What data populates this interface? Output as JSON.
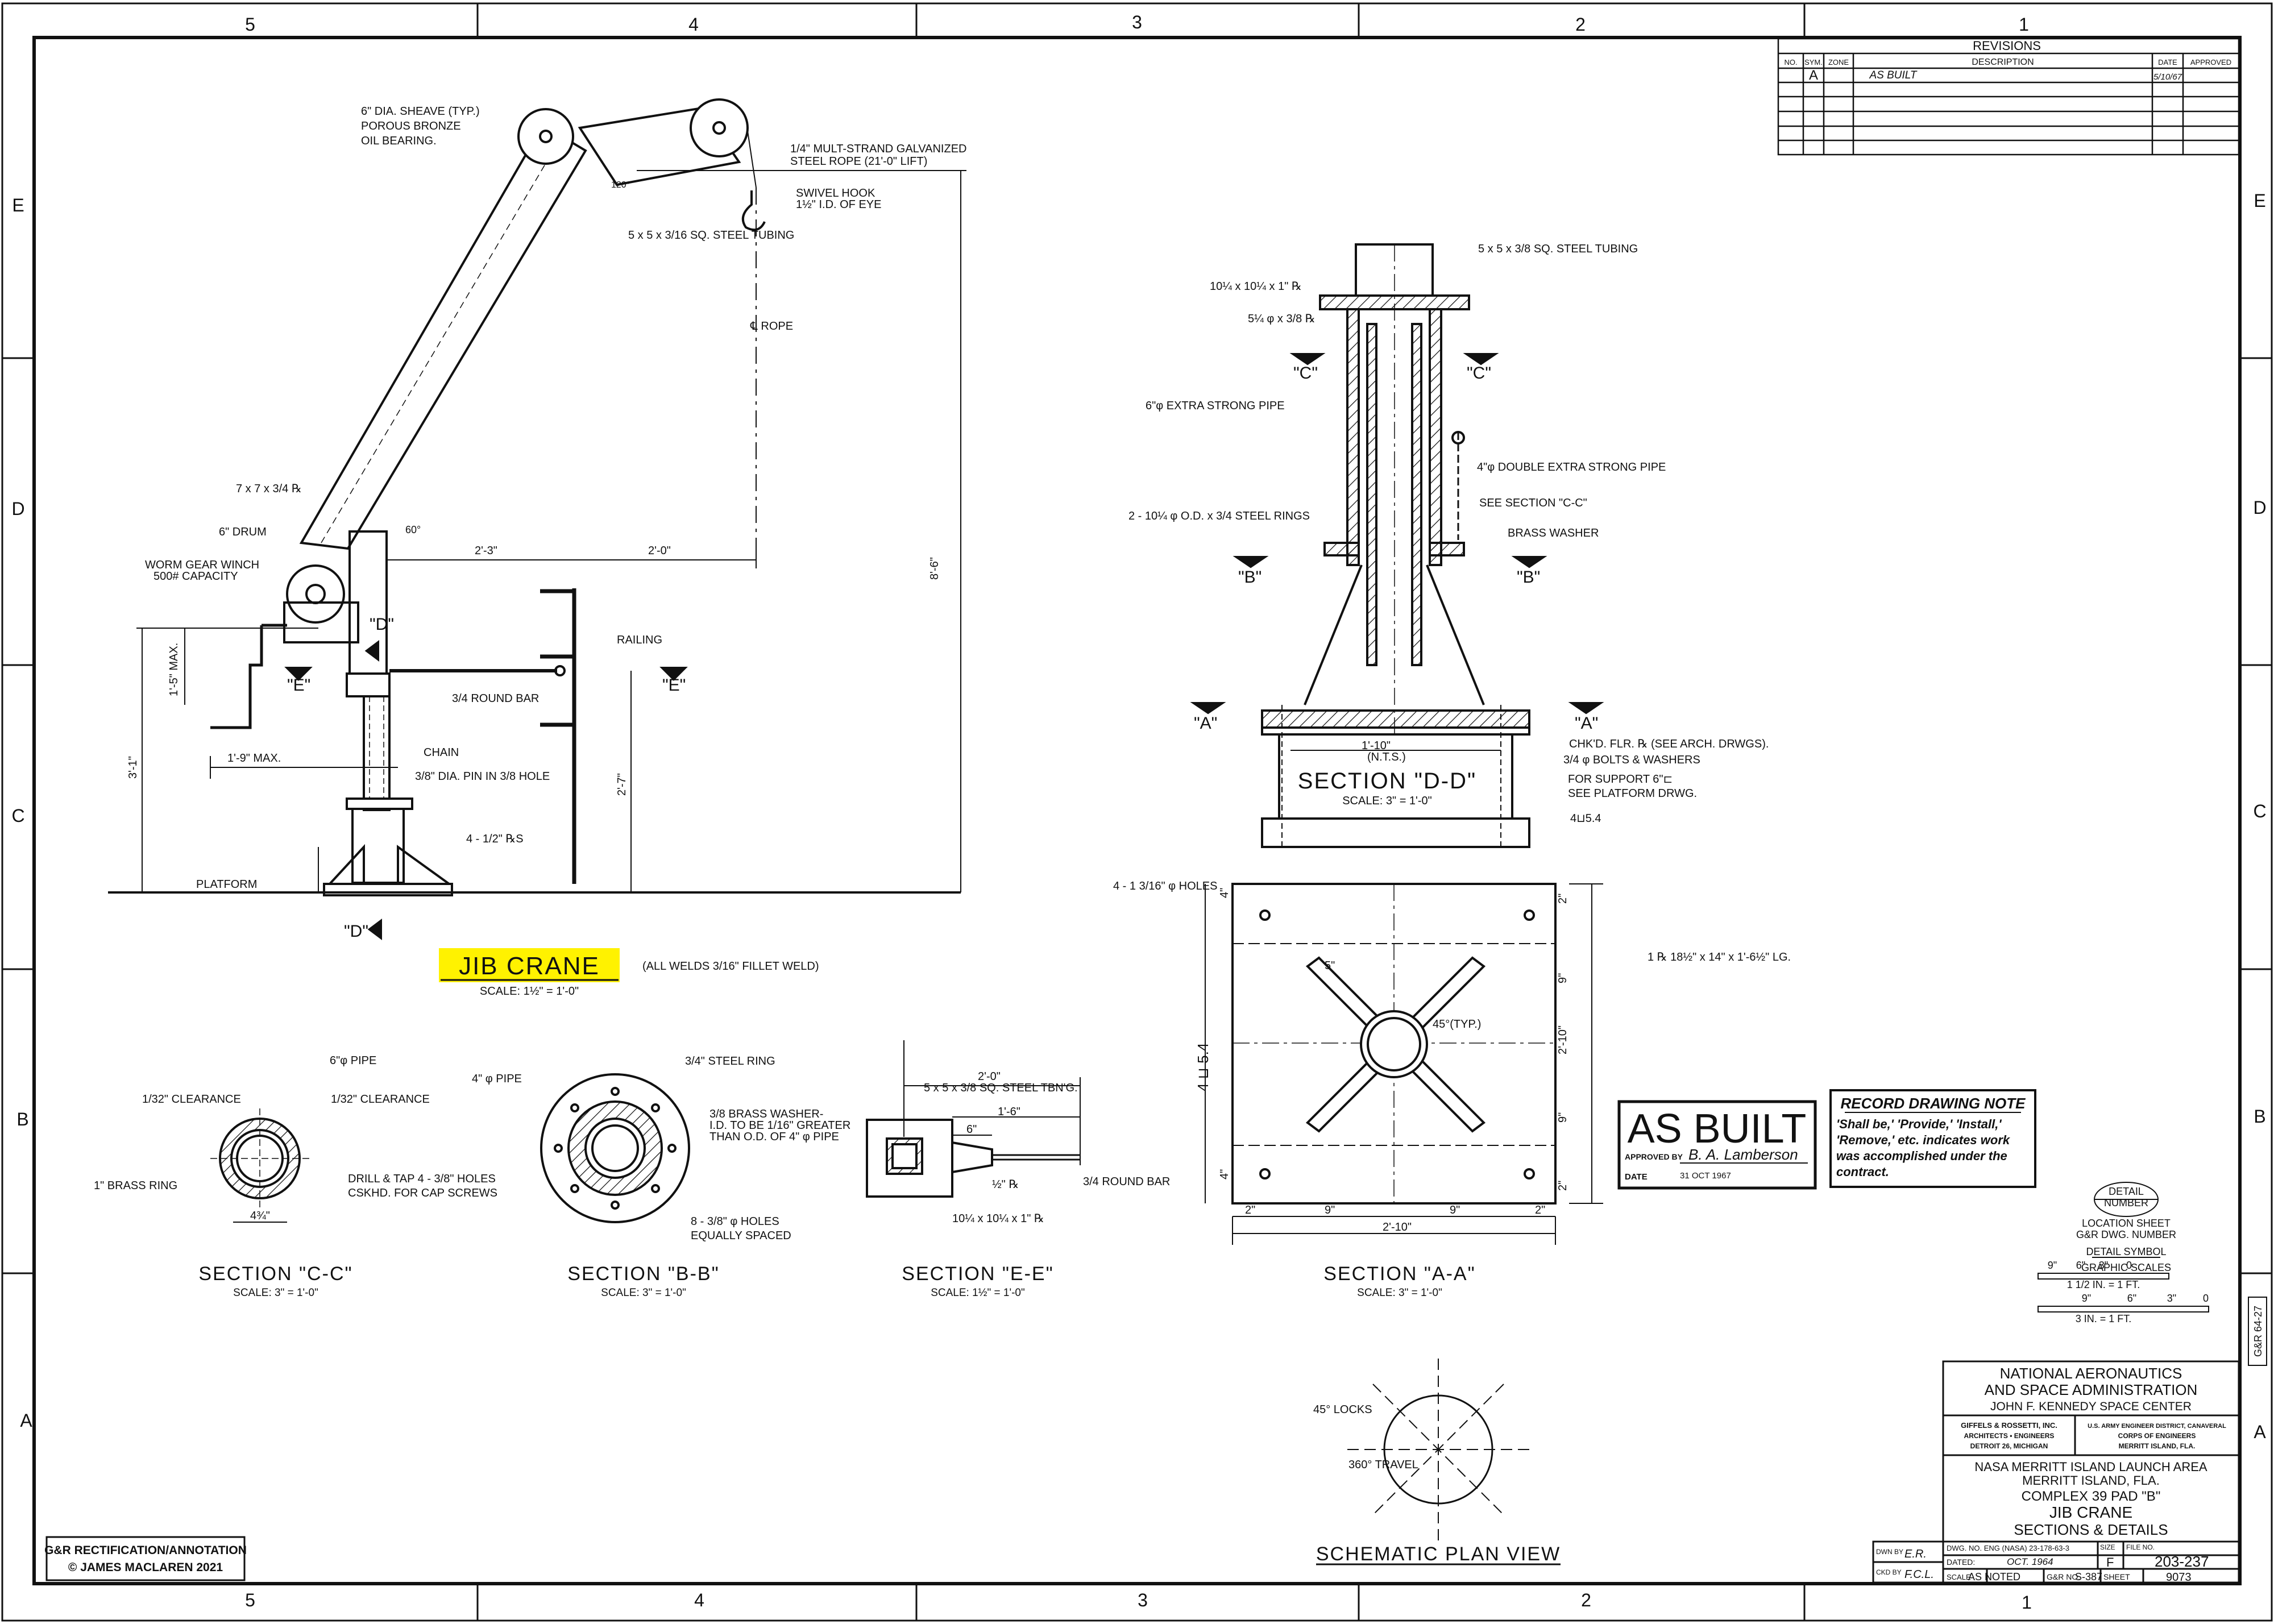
{
  "border": {
    "columns_top": [
      "5",
      "4",
      "3",
      "2",
      "1"
    ],
    "columns_bottom": [
      "5",
      "4",
      "3",
      "2",
      "1"
    ],
    "rows_left": [
      "E",
      "D",
      "C",
      "B",
      "A"
    ],
    "rows_right": [
      "E",
      "D",
      "C",
      "B",
      "A"
    ]
  },
  "revisions": {
    "title": "REVISIONS",
    "headers": [
      "NO.",
      "SYM.",
      "ZONE",
      "DESCRIPTION",
      "DATE",
      "APPROVED"
    ],
    "row1": {
      "sym": "A",
      "description": "AS BUILT",
      "date": "5/10/67"
    }
  },
  "main_view": {
    "title": "JIB CRANE",
    "scale": "SCALE: 1½\" = 1'-0\"",
    "note": "(ALL WELDS 3/16\" FILLET WELD)",
    "labels": {
      "sheave": "6\" DIA. SHEAVE (TYP.)",
      "sheave2": "POROUS BRONZE",
      "sheave3": "OIL BEARING.",
      "rope1": "1/4\" MULT-STRAND GALVANIZED",
      "rope2": "STEEL ROPE (21'-0\" LIFT)",
      "hook1": "SWIVEL HOOK",
      "hook2": "1½\" I.D. OF EYE",
      "tubing": "5 x 5 x 3/16 SQ. STEEL TUBING",
      "crope": "℄ ROPE",
      "plate": "7 x 7 x 3/4 ℞",
      "drum": "6\" DRUM",
      "winch1": "WORM GEAR WINCH",
      "winch2": "500# CAPACITY",
      "dim23": "2'-3\"",
      "dim20": "2'-0\"",
      "dim86": "8'-6\"",
      "railing": "RAILING",
      "roundbar": "3/4 ROUND BAR",
      "chain": "CHAIN",
      "pin": "3/8\" DIA. PIN IN 3/8 HOLE",
      "ribs": "4 - 1/2\" ℞S",
      "dim15": "1'-5\" MAX.",
      "dim19": "1'-9\" MAX.",
      "dim31": "3'-1\"",
      "dim27": "2'-7\"",
      "platform": "PLATFORM",
      "angle": "60°",
      "angle2": "120°",
      "secD": "\"D\"",
      "secE": "\"E\""
    }
  },
  "section_dd": {
    "title": "SECTION \"D-D\"",
    "scale": "SCALE: 3\" = 1'-0\"",
    "labels": {
      "tubing": "5 x 5 x 3/8 SQ. STEEL TUBING",
      "p1": "10¼ x 10¼ x 1\" ℞",
      "p2": "5¼ φ x 3/8 ℞",
      "pipe6": "6\"φ EXTRA STRONG PIPE",
      "pipe4": "4\"φ DOUBLE EXTRA STRONG PIPE",
      "seecc": "SEE SECTION \"C-C\"",
      "rings": "2 - 10¼ φ O.D. x 3/4 STEEL RINGS",
      "washer": "BRASS WASHER",
      "chk": "CHK'D. FLR. ℞ (SEE ARCH. DRWGS).",
      "bolts": "3/4 φ BOLTS & WASHERS",
      "support1": "FOR SUPPORT 6\"⊏",
      "support2": "SEE PLATFORM DRWG.",
      "chan": "4⊔5.4",
      "dim110": "1'-10\"",
      "nts": "(N.T.S.)",
      "C": "\"C\"",
      "B": "\"B\"",
      "A": "\"A\""
    }
  },
  "section_cc": {
    "title": "SECTION \"C-C\"",
    "scale": "SCALE: 3\" = 1'-0\"",
    "labels": {
      "pipe": "6\"φ PIPE",
      "clear1": "1/32\" CLEARANCE",
      "clear2": "1/32\" CLEARANCE",
      "ring": "1\" BRASS RING",
      "drill1": "DRILL & TAP 4 - 3/8\" HOLES",
      "drill2": "CSKHD. FOR CAP SCREWS",
      "dim": "4¾\""
    }
  },
  "section_bb": {
    "title": "SECTION \"B-B\"",
    "scale": "SCALE: 3\" = 1'-0\"",
    "labels": {
      "pipe": "4\" φ PIPE",
      "ring": "3/4\" STEEL RING",
      "washer1": "3/8 BRASS WASHER-",
      "washer2": "I.D. TO BE 1/16\" GREATER",
      "washer3": "THAN O.D. OF 4\" φ PIPE",
      "holes1": "8 - 3/8\" φ HOLES",
      "holes2": "EQUALLY SPACED"
    }
  },
  "section_ee": {
    "title": "SECTION \"E-E\"",
    "scale": "SCALE: 1½\" = 1'-0\"",
    "labels": {
      "dim20": "2'-0\"",
      "dim16": "1'-6\"",
      "dim6": "6\"",
      "tube": "5 x 5 x 3/8 SQ. STEEL TBN'G.",
      "round": "3/4 ROUND BAR",
      "plate": "10¼ x 10¼ x 1\" ℞",
      "half": "½\" ℞"
    }
  },
  "section_aa": {
    "title": "SECTION \"A-A\"",
    "scale": "SCALE: 3\" = 1'-0\"",
    "labels": {
      "holes": "4 - 1 3/16\" φ HOLES",
      "plate": "1 ℞ 18½\" x 14\" x 1'-6½\" LG.",
      "dim5": "5\"",
      "typ": "45°(TYP.)",
      "channel": "4 ⊔ 5.4",
      "d2a": "2\"",
      "d9a": "9\"",
      "d210": "2'-10\"",
      "d9b": "9\"",
      "d2b": "2\"",
      "b2a": "2\"",
      "b9a": "9\"",
      "b9b": "9\"",
      "b2b": "2\"",
      "b210": "2'-10\"",
      "d4a": "4\"",
      "d4b": "4\""
    }
  },
  "schematic": {
    "title": "SCHEMATIC PLAN VIEW",
    "locks": "45° LOCKS",
    "travel": "360° TRAVEL"
  },
  "stamp": {
    "title": "AS BUILT",
    "approved_label": "APPROVED BY",
    "approved_sig": "B. A. Lamberson",
    "date_label": "DATE",
    "date": "31 OCT 1967"
  },
  "record_note": {
    "title": "RECORD DRAWING NOTE",
    "line1": "'Shall be,' 'Provide,' 'Install,'",
    "line2": "'Remove,' etc. indicates work",
    "line3": "was accomplished under the",
    "line4": "contract."
  },
  "legend": {
    "detail1": "DETAIL",
    "detail2": "NUMBER",
    "loc1": "LOCATION SHEET",
    "loc2": "G&R DWG. NUMBER",
    "symbol": "DETAIL SYMBOL",
    "scales": "GRAPHIC SCALES",
    "s1": "1 1/2 IN. = 1 FT.",
    "s2": "3 IN. = 1 FT.",
    "t1a": "9\"",
    "t1b": "6\"",
    "t1c": "3\"",
    "t1d": "0",
    "t2a": "9\"",
    "t2b": "6\"",
    "t2c": "3\"",
    "t2d": "0",
    "sidetag": "G&R 64-27"
  },
  "title_block": {
    "agency1": "NATIONAL AERONAUTICS",
    "agency2": "AND SPACE ADMINISTRATION",
    "agency3": "JOHN F. KENNEDY SPACE CENTER",
    "firm1": "GIFFELS & ROSSETTI, INC.",
    "firm2": "ARCHITECTS  •  ENGINEERS",
    "firm3": "DETROIT 26, MICHIGAN",
    "corps1": "U.S. ARMY ENGINEER DISTRICT, CANAVERAL",
    "corps2": "CORPS OF ENGINEERS",
    "corps3": "MERRITT ISLAND, FLA.",
    "proj1": "NASA MERRITT ISLAND LAUNCH AREA",
    "proj2": "MERRITT ISLAND, FLA.",
    "proj3": "COMPLEX 39          PAD \"B\"",
    "proj4": "JIB CRANE",
    "proj5": "SECTIONS & DETAILS",
    "drawn_label": "DWN BY",
    "drawn": "E.R.",
    "checked_label": "CKD BY",
    "checked": "F.C.L.",
    "dwg_no": "DWG. NO. ENG (NASA) 23-178-63-3",
    "dated_label": "DATED:",
    "dated": "OCT. 1964",
    "size_label": "SIZE",
    "size": "F",
    "file_label": "FILE NO.",
    "file": "203-237",
    "scale_label": "SCALE",
    "scale": "AS NOTED",
    "gr_label": "G&R NO.",
    "gr": "S-387",
    "sheet_label": "SHEET",
    "sheet": "9073"
  },
  "credit": {
    "line1": "G&R RECTIFICATION/ANNOTATION",
    "line2": "© JAMES MACLAREN 2021"
  }
}
